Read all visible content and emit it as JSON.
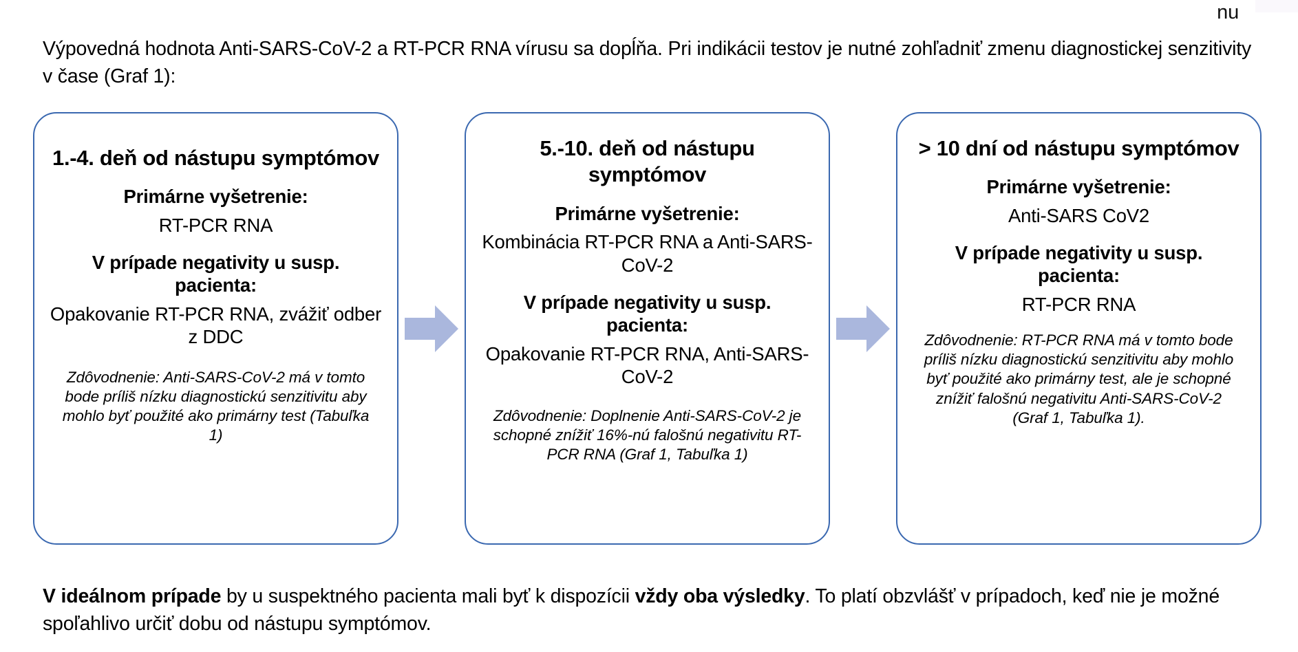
{
  "intro": {
    "text": "Výpovedná hodnota Anti-SARS-CoV-2 a RT-PCR RNA vírusu sa dopĺňa. Pri indikácii testov je nutné zohľadniť zmenu diagnostickej senzitivity v čase (Graf 1):"
  },
  "corner": {
    "text": "nu"
  },
  "flow": {
    "arrow_color": "#aab7dd",
    "box_border_color": "#3a68b0",
    "arrow_icon": "right-arrow-icon",
    "boxes": [
      {
        "title": "1.-4. deň od nástupu symptómov",
        "primary_label": "Primárne vyšetrenie:",
        "primary_value": "RT-PCR RNA",
        "negative_label": "V prípade negativity u susp. pacienta:",
        "negative_value": "Opakovanie RT-PCR RNA, zvážiť odber z DDC",
        "note": "Zdôvodnenie: Anti-SARS-CoV-2 má v tomto bode príliš nízku diagnostickú senzitivitu aby mohlo byť použité ako primárny test (Tabuľka 1)"
      },
      {
        "title": "5.-10. deň od nástupu symptómov",
        "primary_label": "Primárne vyšetrenie:",
        "primary_value": "Kombinácia RT-PCR RNA a Anti-SARS-CoV-2",
        "negative_label": "V prípade negativity u susp. pacienta:",
        "negative_value": "Opakovanie RT-PCR RNA, Anti-SARS-CoV-2",
        "note": "Zdôvodnenie: Doplnenie Anti-SARS-CoV-2 je schopné znížiť 16%-nú falošnú negativitu RT-PCR RNA\n(Graf 1, Tabuľka 1)"
      },
      {
        "title": "> 10 dní od nástupu symptómov",
        "primary_label": "Primárne vyšetrenie:",
        "primary_value": "Anti-SARS CoV2",
        "negative_label": "V prípade negativity u susp. pacienta:",
        "negative_value": "RT-PCR RNA",
        "note": "Zdôvodnenie: RT-PCR RNA má v tomto bode príliš nízku diagnostickú senzitivitu aby mohlo byť použité ako primárny test, ale je schopné znížiť falošnú negativitu Anti-SARS-CoV-2\n(Graf 1, Tabuľka 1)."
      }
    ]
  },
  "closing": {
    "part1_bold": "V ideálnom prípade",
    "part2": " by u suspektného pacienta mali byť k dispozícii ",
    "part3_bold": "vždy oba výsledky",
    "part4": ". To platí obzvlášť v prípadoch, keď nie je možné spoľahlivo určiť dobu od nástupu symptómov."
  }
}
